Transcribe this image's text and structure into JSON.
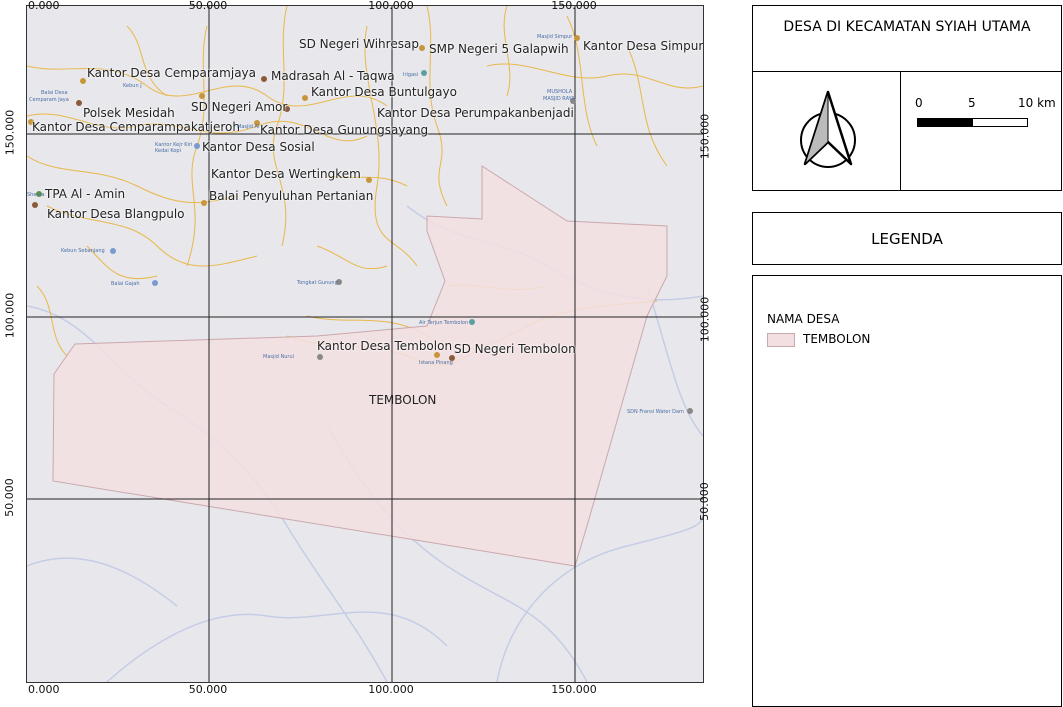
{
  "map": {
    "x_ticks": [
      "0.000",
      "50.000",
      "100.000",
      "150.000"
    ],
    "y_ticks": [
      "150.000",
      "100.000",
      "50.000"
    ],
    "region_label": "TEMBOLON",
    "pois_large": [
      "SD Negeri Wihresap",
      "SMP Negeri 5 Galapwih",
      "Kantor Desa Simpur",
      "Kantor Desa Cemparamjaya",
      "Madrasah Al - Taqwa",
      "Kantor Desa Buntulgayo",
      "Polsek Mesidah",
      "SD Negeri Amor",
      "Kantor Desa Perumpakanbenjadi",
      "Kantor Desa Cemparampakatjeroh",
      "Kantor Desa Gunungsayang",
      "Kantor Desa Sosial",
      "Kantor Desa Wertingkem",
      "TPA Al - Amin",
      "Balai Penyuluhan Pertanian",
      "Kantor Desa Blangpulo",
      "Kantor Desa Tembolon",
      "SD Negeri Tembolon"
    ],
    "pois_small": [
      "Balai Desa",
      "Cemparam Jaya",
      "Kebun J",
      "Masjid Al",
      "Kantor Kejr Kiri",
      "Kedai Kopi",
      "MUSHOLA",
      "MASJID RAYA",
      "Masjid Nurul",
      "Istana Pinang",
      "SDN Fransi Water Dam",
      "Kebun Sebanjang",
      "Balai Gajah",
      "Air Terjun Tembolon",
      "Tongkat Gunung",
      "Sheeta",
      "Masjid Simpur",
      "Irigasi"
    ],
    "colors": {
      "background": "#e8e7ec",
      "region_fill": "#f3dfe2",
      "road": "#e8b84a",
      "river": "#c5cde6",
      "grid": "#222222"
    }
  },
  "panel": {
    "title": "DESA DI KECAMATAN SYIAH UTAMA",
    "compass_icon": "north-arrow-icon",
    "scale": {
      "labels": [
        "0",
        "5",
        "10 km"
      ]
    },
    "legend_title": "LEGENDA",
    "legend_header": "NAMA DESA",
    "legend_items": [
      {
        "label": "TEMBOLON",
        "color": "#f3dfe2"
      }
    ]
  }
}
